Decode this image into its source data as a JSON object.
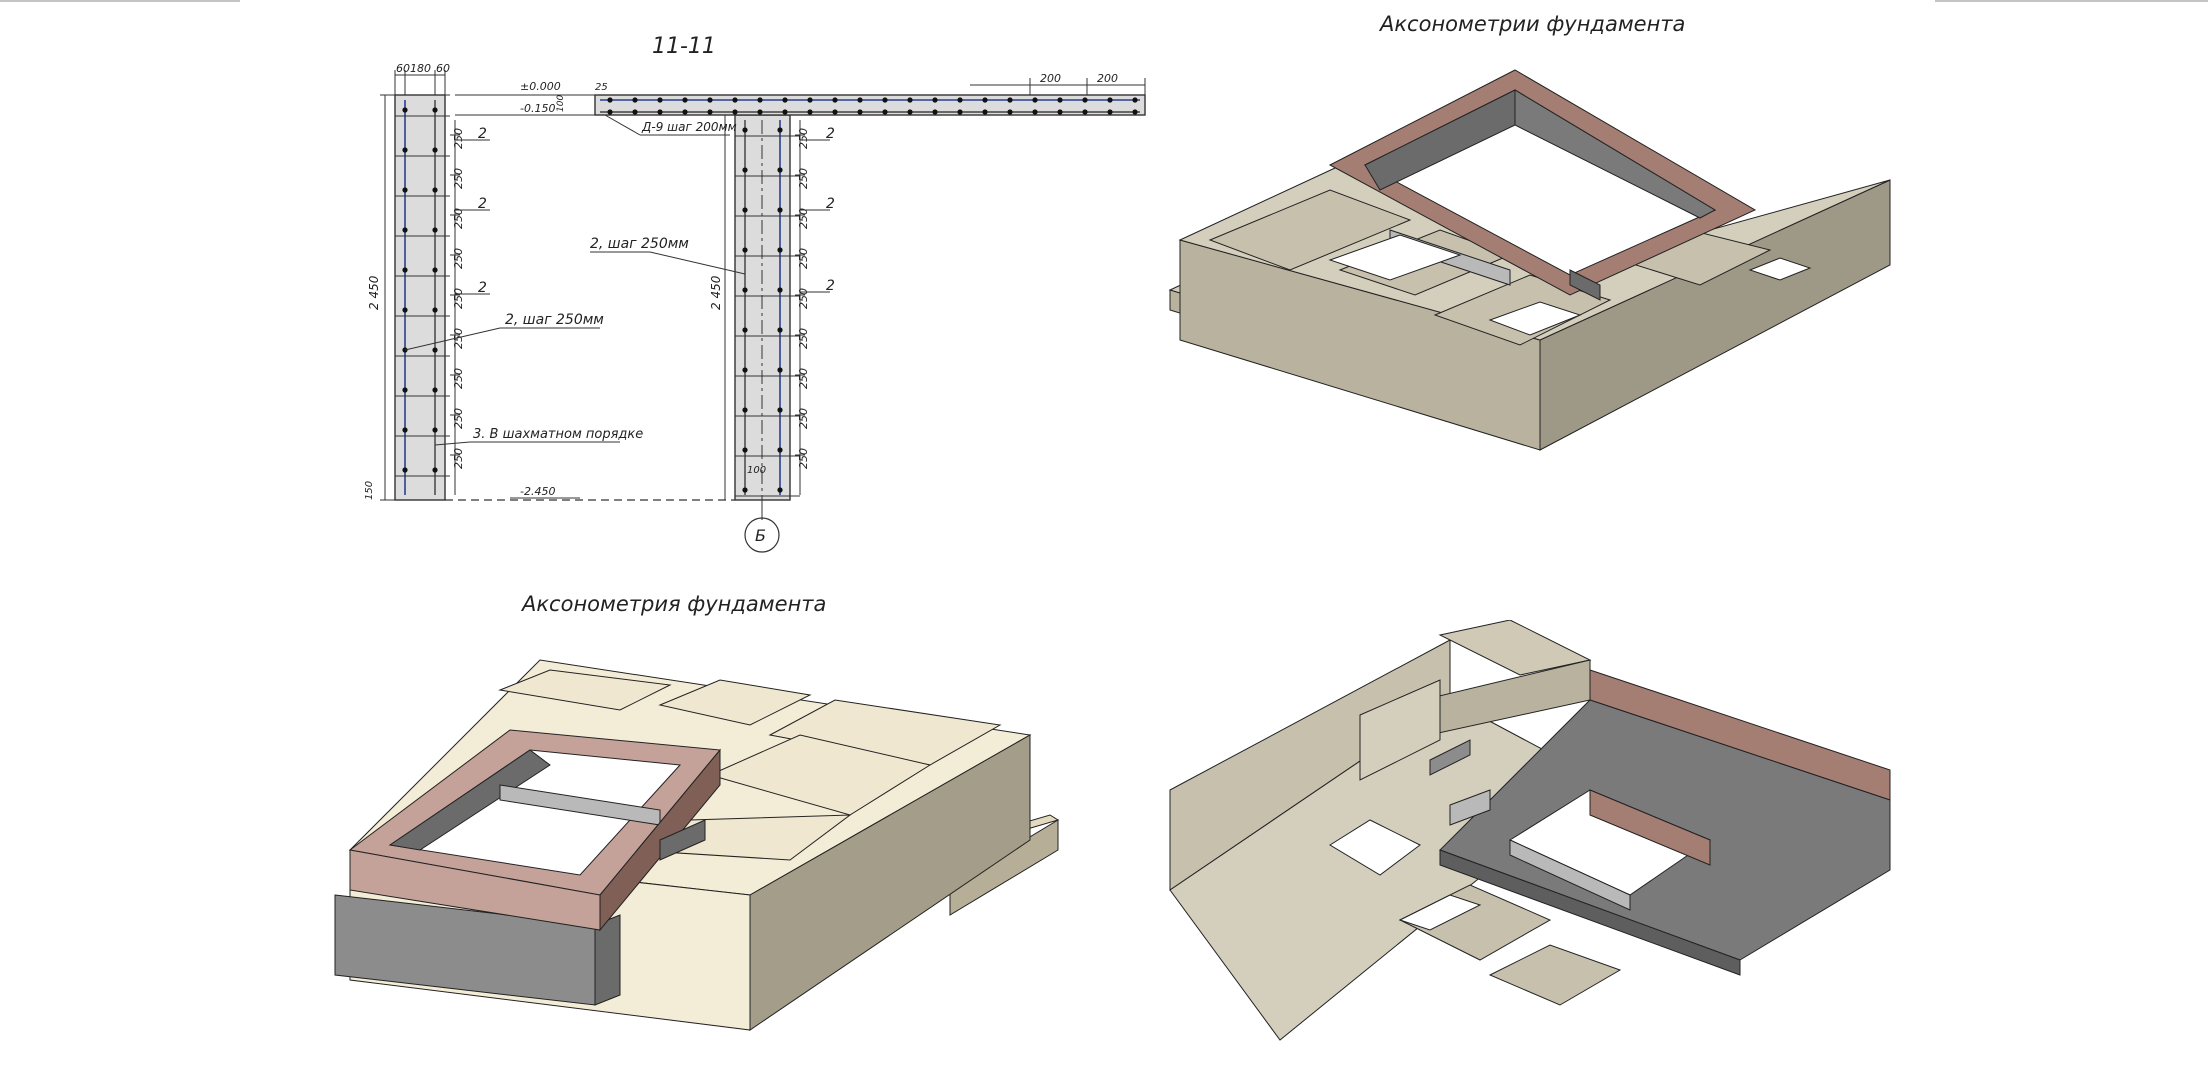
{
  "titles": {
    "section": "11-11",
    "axonometry_top": "Аксонометрии фундамента",
    "axonometry_bottom": "Аксонометрия фундамента"
  },
  "section": {
    "dims_top": [
      "60",
      "180",
      "60"
    ],
    "dims_top_right": [
      "200",
      "200"
    ],
    "level_zero": "±0.000",
    "level_minus150": "-0.150",
    "level_bottom": "-2.450",
    "dim_height": "2 450",
    "dim_small_top": "25",
    "dim_small_left": "100",
    "dim_100_bottom": "100",
    "dim_150": "150",
    "spacing": "250",
    "callout_2": "2",
    "callout_2_step_left": "2, шаг 250мм",
    "callout_2_step_right": "2, шаг 250мм",
    "callout_d9": "Д-9 шаг 200мм",
    "callout_3": "3. В шахматном порядке",
    "axis_mark": "Б"
  },
  "colors": {
    "concrete_light": "#d4cfbd",
    "concrete_mid": "#b8b29f",
    "concrete_dark": "#9e9886",
    "brick": "#a47e72",
    "brick_light": "#c4a29a",
    "brick_dark": "#7f5f56",
    "steel_dark": "#6b6b6b",
    "steel_light": "#b9b9b9",
    "cream": "#f3ecd6",
    "cream_side": "#e2d9be",
    "cream_dark": "#b7ae97",
    "rebar_blue": "#2a3f8f",
    "section_fill": "#dcdcdc"
  }
}
